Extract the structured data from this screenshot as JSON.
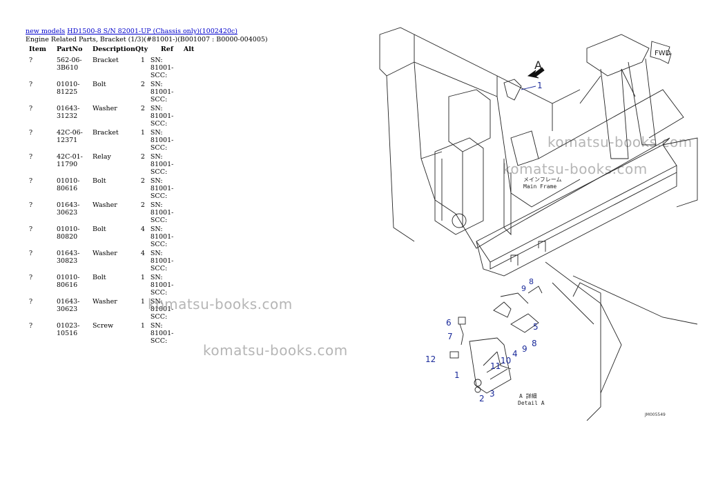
{
  "breadcrumb": {
    "link1": "new models",
    "link2": "HD1500-8 S/N 82001-UP (Chassis only)(1002420c)"
  },
  "subtitle": "Engine Related Parts, Bracket (1/3)(#81001-)(B001007 : B0000-004005)",
  "table": {
    "headers": [
      "Item",
      "PartNo",
      "Description",
      "Qty",
      "Ref",
      "Alt"
    ],
    "rows": [
      {
        "item": "?",
        "part": "562-06-3B610",
        "desc": "Bracket",
        "qty": "1",
        "ref1": "SN: 81001-",
        "ref2": "SCC:"
      },
      {
        "item": "?",
        "part": "01010-81225",
        "desc": "Bolt",
        "qty": "2",
        "ref1": "SN: 81001-",
        "ref2": "SCC:"
      },
      {
        "item": "?",
        "part": "01643-31232",
        "desc": "Washer",
        "qty": "2",
        "ref1": "SN: 81001-",
        "ref2": "SCC:"
      },
      {
        "item": "?",
        "part": "42C-06-12371",
        "desc": "Bracket",
        "qty": "1",
        "ref1": "SN: 81001-",
        "ref2": "SCC:"
      },
      {
        "item": "?",
        "part": "42C-01-11790",
        "desc": "Relay",
        "qty": "2",
        "ref1": "SN: 81001-",
        "ref2": "SCC:"
      },
      {
        "item": "?",
        "part": "01010-80616",
        "desc": "Bolt",
        "qty": "2",
        "ref1": "SN: 81001-",
        "ref2": "SCC:"
      },
      {
        "item": "?",
        "part": "01643-30623",
        "desc": "Washer",
        "qty": "2",
        "ref1": "SN: 81001-",
        "ref2": "SCC:"
      },
      {
        "item": "?",
        "part": "01010-80820",
        "desc": "Bolt",
        "qty": "4",
        "ref1": "SN: 81001-",
        "ref2": "SCC:"
      },
      {
        "item": "?",
        "part": "01643-30823",
        "desc": "Washer",
        "qty": "4",
        "ref1": "SN: 81001-",
        "ref2": "SCC:"
      },
      {
        "item": "?",
        "part": "01010-80616",
        "desc": "Bolt",
        "qty": "1",
        "ref1": "SN: 81001-",
        "ref2": "SCC:"
      },
      {
        "item": "?",
        "part": "01643-30623",
        "desc": "Washer",
        "qty": "1",
        "ref1": "SN: 81001-",
        "ref2": "SCC:"
      },
      {
        "item": "?",
        "part": "01023-10516",
        "desc": "Screw",
        "qty": "1",
        "ref1": "SN: 81001-",
        "ref2": "SCC:"
      }
    ]
  },
  "watermark": "komatsu-books.com",
  "diagram": {
    "fwd": "FWD",
    "label_a": "A",
    "main_frame_jp": "メインフレーム",
    "main_frame_en": "Main Frame",
    "detail_jp": "A 詳細",
    "detail_en": "Detail A",
    "code": "JM005549",
    "callouts": [
      "1",
      "9",
      "8",
      "6",
      "7",
      "5",
      "12",
      "11",
      "10",
      "4",
      "9",
      "8",
      "1",
      "2",
      "3"
    ]
  },
  "colors": {
    "link": "#0000cc",
    "callout": "#1a2a9a"
  }
}
